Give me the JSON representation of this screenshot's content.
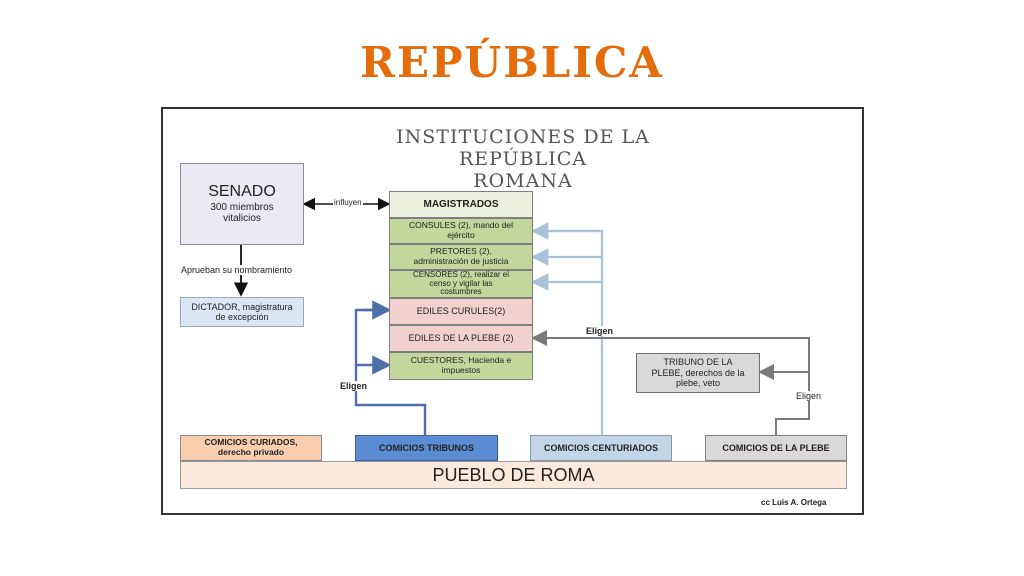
{
  "slide": {
    "title": "REPÚBLICA",
    "title_color": "#e46c0a"
  },
  "diagram": {
    "title_line1": "INSTITUCIONES DE LA REPÚBLICA",
    "title_line2": "ROMANA",
    "senado": {
      "title": "SENADO",
      "line1": "300 miembros",
      "line2": "vitalicios"
    },
    "influyen_label": "influyen",
    "aprueban_label": "Aprueban su nombramiento",
    "dictador": {
      "line1": "DICTADOR, magistratura",
      "line2": "de excepción"
    },
    "magistrados": {
      "header": "MAGISTRADOS",
      "consules": {
        "line1": "CONSULES (2), mando del",
        "line2": "ejército"
      },
      "pretores": {
        "line1": "PRETORES (2),",
        "line2": "administración de justicia"
      },
      "censores": {
        "line1": "CENSORES (2), realizar el",
        "line2": "censo y vigilar las",
        "line3": "costumbres"
      },
      "ediles_curules": "EDILES CURULES(2)",
      "ediles_plebe": "EDILES DE LA PLEBE (2)",
      "cuestores": {
        "line1": "CUESTORES, Hacienda e",
        "line2": "impuestos"
      }
    },
    "tribuno": {
      "line1": "TRIBUNO DE LA",
      "line2": "PLEBE, derechos de la",
      "line3": "plebe, veto"
    },
    "eligen_labels": [
      "Eligen",
      "Eligen",
      "Eligen"
    ],
    "comicios": {
      "curiados": {
        "line1": "COMICIOS CURIADOS,",
        "line2": "derecho privado"
      },
      "tribunos": "COMICIOS TRIBUNOS",
      "centuriados": "COMICIOS CENTURIADOS",
      "plebe": "COMICIOS DE LA PLEBE"
    },
    "pueblo": "PUEBLO DE ROMA",
    "credit": "cc Luis A. Ortega"
  }
}
